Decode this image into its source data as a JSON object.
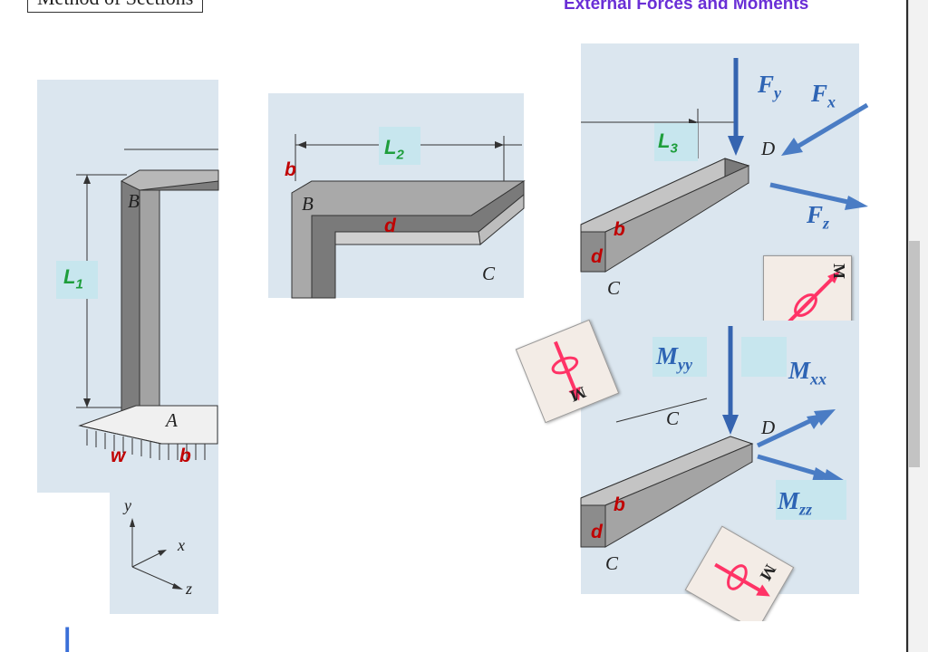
{
  "header": {
    "left_title": "Method of Sections",
    "right_title": "External Forces and Moments"
  },
  "colors": {
    "dimension_green": "#1e9e3c",
    "dimension_red": "#c00000",
    "force_blue": "#2e64b4",
    "moment_pink": "#ff3366",
    "header_purple": "#6a2fd6"
  },
  "figure_left": {
    "points": {
      "B": "B",
      "A": "A"
    },
    "length_label": "L",
    "length_sub": "1",
    "base_w": "w",
    "base_b": "b",
    "axes": {
      "y": "y",
      "x": "x",
      "z": "z"
    }
  },
  "figure_middle": {
    "points": {
      "B": "B",
      "C": "C"
    },
    "length_label": "L",
    "length_sub": "2",
    "b": "b",
    "d": "d"
  },
  "figure_right_top": {
    "points": {
      "D": "D",
      "C": "C"
    },
    "length_label": "L",
    "length_sub": "3",
    "b": "b",
    "d": "d",
    "forces": {
      "fy": {
        "main": "F",
        "sub": "y"
      },
      "fx": {
        "main": "F",
        "sub": "x"
      },
      "fz": {
        "main": "F",
        "sub": "z"
      }
    },
    "moment_card": "M"
  },
  "figure_right_bottom": {
    "points": {
      "D": "D",
      "C": "C",
      "C2": "C"
    },
    "b": "b",
    "d": "d",
    "moments": {
      "myy": {
        "main": "M",
        "sub": "yy"
      },
      "mxx": {
        "main": "M",
        "sub": "xx"
      },
      "mzz": {
        "main": "M",
        "sub": "zz"
      }
    },
    "moment_card_left": "M",
    "moment_card_bottom": "M"
  },
  "next_slide": {
    "fragment": "|"
  }
}
